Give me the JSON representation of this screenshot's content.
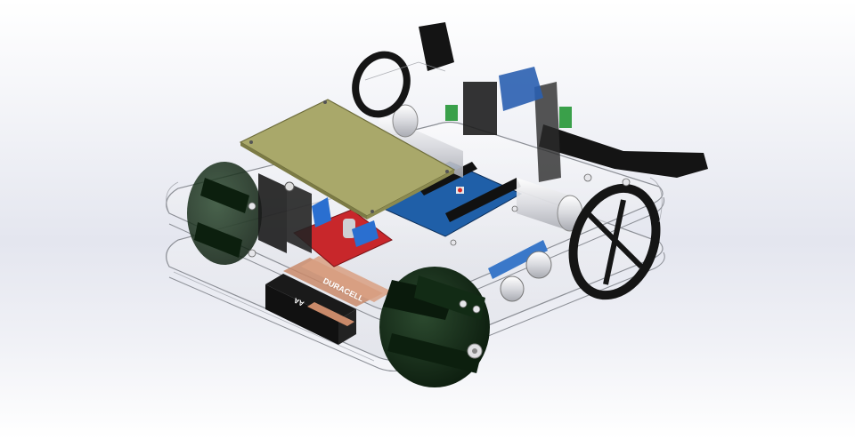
{
  "scene": {
    "type": "cad-render",
    "subject": "mecanum-wheel robot chassis assembly",
    "background": {
      "top": "#ffffff",
      "middle": "#e4e6ef",
      "bottom": "#ffffff"
    }
  },
  "components": {
    "top_board": {
      "color": "#a9a86a"
    },
    "controller_board": {
      "color": "#1f5fa8",
      "reset_button_color": "#d42a2a"
    },
    "motor_driver": {
      "color": "#c8272b"
    },
    "ultrasonic_sensor": {
      "color": "#3a78c9"
    },
    "mecanum_wheels": {
      "color": "#0e2a12"
    },
    "drive_wheels": {
      "color": "#151515"
    },
    "chassis_plates": {
      "color": "#f2f3f7",
      "edge": "#8c8f96"
    },
    "batteries": {
      "brand_label": "DURACELL",
      "size_label": "AA",
      "color": "#c98a6a"
    }
  }
}
